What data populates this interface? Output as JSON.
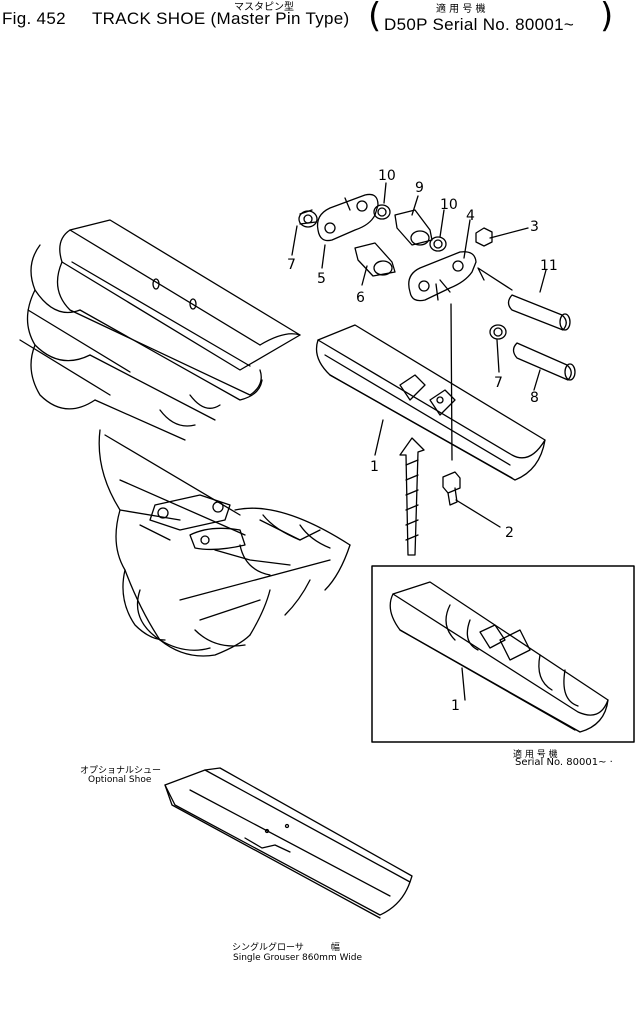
{
  "header": {
    "fig_label": "Fig. 452",
    "title": "TRACK SHOE (Master Pin Type)",
    "title_jp": "マスタピン型",
    "applicable_jp": "適 用 号 機",
    "model_serial": "D50P Serial No. 80001~"
  },
  "callouts": [
    "1",
    "2",
    "3",
    "4",
    "5",
    "6",
    "7",
    "8",
    "9",
    "10",
    "11"
  ],
  "inset": {
    "part_no": "1",
    "applicable_jp": "適 用 号 機",
    "serial": "Serial No.  80001~ ·"
  },
  "optional": {
    "jp": "オプショナルシュー",
    "en": "Optional Shoe"
  },
  "grouser": {
    "jp": "シングルグローサ　　　幅",
    "en": "Single Grouser 860mm Wide"
  },
  "icons": [
    "track-assembly-drawing",
    "shoe-drawing",
    "link-drawing",
    "pin-drawing",
    "bushing-drawing",
    "bolt-drawing",
    "nut-drawing",
    "arrow-drawing"
  ]
}
